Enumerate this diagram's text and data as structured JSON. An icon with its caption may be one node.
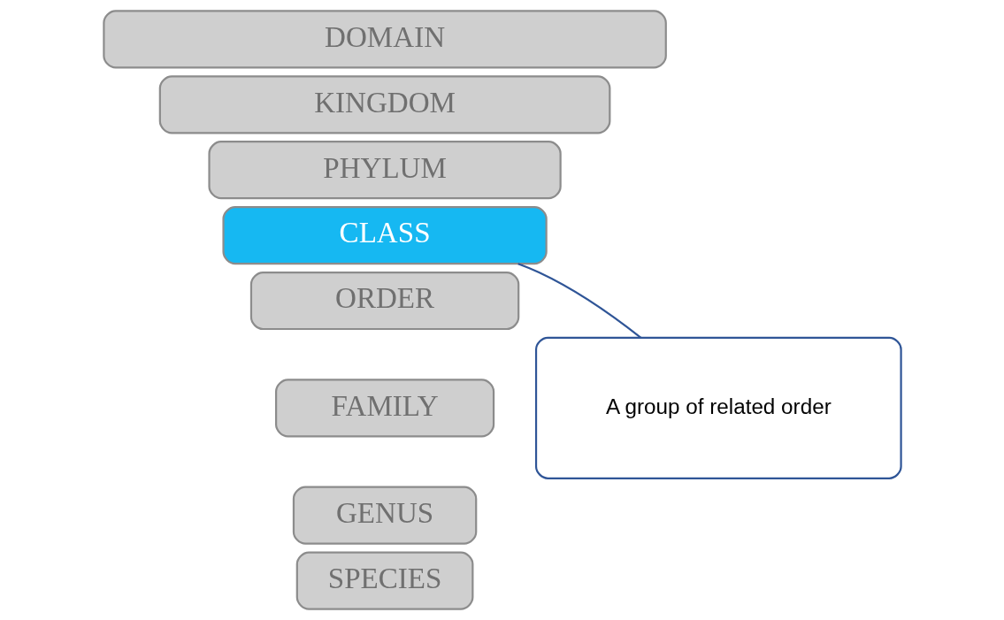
{
  "diagram": {
    "nodes": [
      {
        "text": [
          "DOMAIN"
        ]
      },
      {
        "text": [
          "KINGDOM"
        ]
      },
      {
        "text": [
          "PHYLUM"
        ]
      },
      {
        "text": [
          "CLASS"
        ]
      },
      {
        "text": [
          "ORDER"
        ]
      },
      {
        "text": [
          "FAMILY"
        ]
      },
      {
        "text": [
          "GENUS"
        ]
      },
      {
        "text": [
          "SPECIES"
        ]
      },
      {
        "text": [
          "A group of related order"
        ]
      }
    ],
    "edges": [
      {
        "from": 8,
        "to": 3,
        "arrow": "none"
      }
    ]
  }
}
